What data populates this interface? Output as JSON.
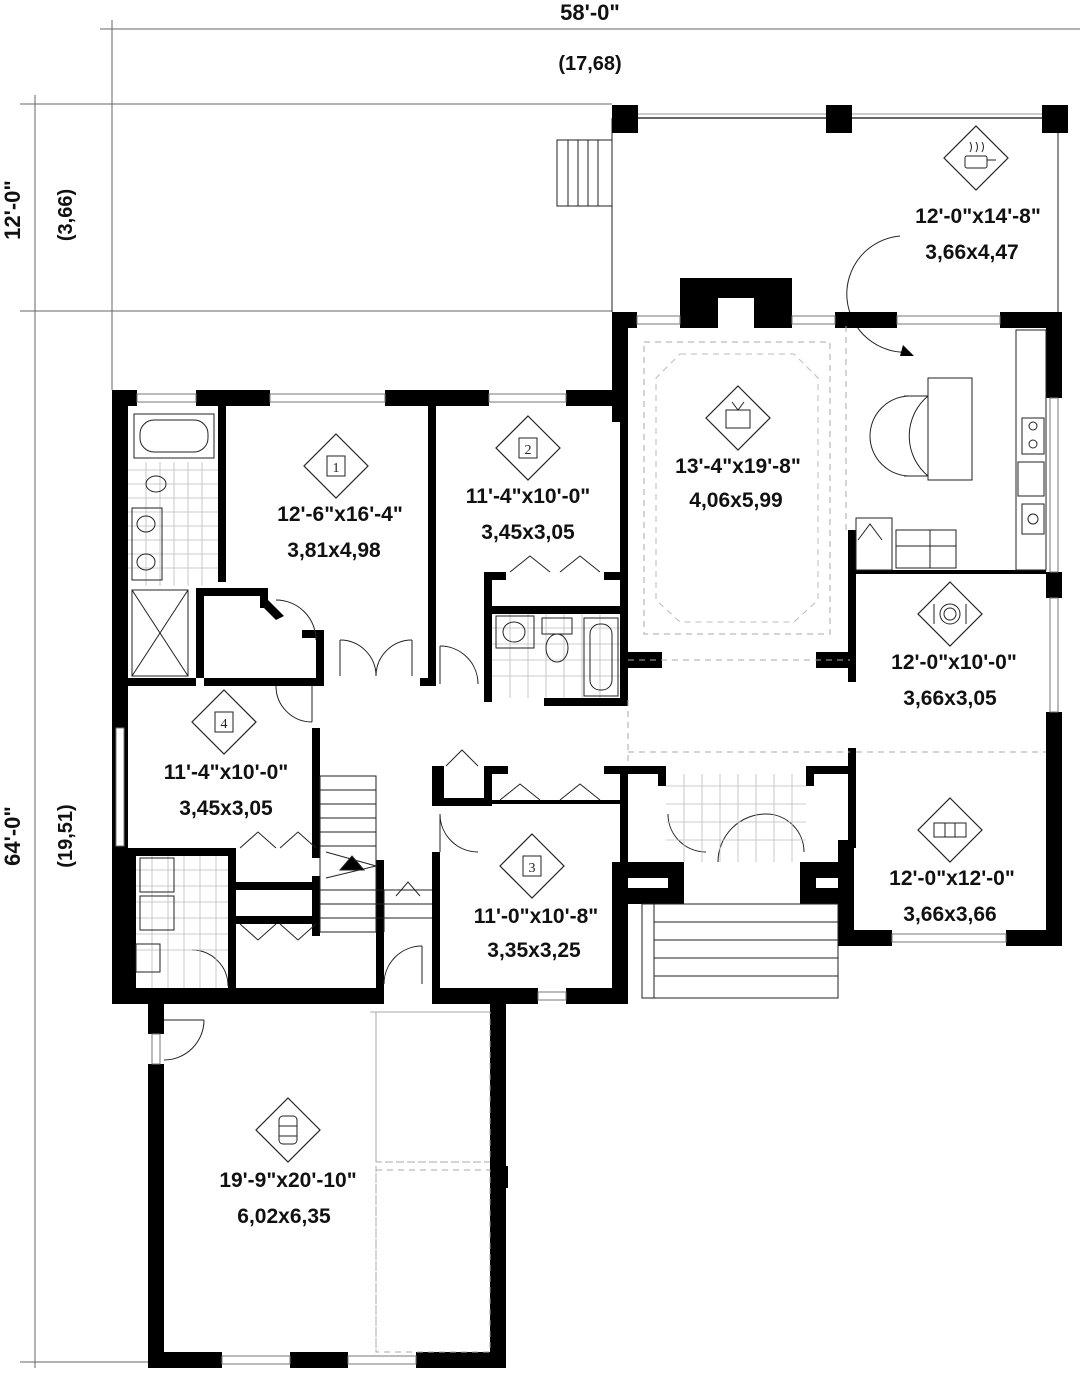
{
  "dimensions": {
    "overall_width_ft": "58'-0\"",
    "overall_width_m": "(17,68)",
    "porch_depth_ft": "12'-0\"",
    "porch_depth_m": "(3,66)",
    "overall_depth_ft": "64'-0\"",
    "overall_depth_m": "(19,51)"
  },
  "rooms": [
    {
      "id": "terrace",
      "icon": "cooking-pot-icon",
      "size_ft": "12'-0\"x14'-8\"",
      "size_m": "3,66x4,47"
    },
    {
      "id": "master-bedroom",
      "icon": "bedroom-1-icon",
      "icon_label": "1",
      "size_ft": "12'-6\"x16'-4\"",
      "size_m": "3,81x4,98"
    },
    {
      "id": "bedroom-2",
      "icon": "bedroom-2-icon",
      "icon_label": "2",
      "size_ft": "11'-4\"x10'-0\"",
      "size_m": "3,45x3,05"
    },
    {
      "id": "living-room",
      "icon": "tv-icon",
      "size_ft": "13'-4\"x19'-8\"",
      "size_m": "4,06x5,99"
    },
    {
      "id": "dining-room",
      "icon": "plate-icon",
      "size_ft": "12'-0\"x10'-0\"",
      "size_m": "3,66x3,05"
    },
    {
      "id": "bedroom-4",
      "icon": "bedroom-4-icon",
      "icon_label": "4",
      "size_ft": "11'-4\"x10'-0\"",
      "size_m": "3,45x3,05"
    },
    {
      "id": "bedroom-3",
      "icon": "bedroom-3-icon",
      "icon_label": "3",
      "size_ft": "11'-0\"x10'-8\"",
      "size_m": "3,35x3,25"
    },
    {
      "id": "family-room",
      "icon": "sofa-icon",
      "size_ft": "12'-0\"x12'-0\"",
      "size_m": "3,66x3,66"
    },
    {
      "id": "garage",
      "icon": "car-icon",
      "size_ft": "19'-9\"x20'-10\"",
      "size_m": "6,02x6,35"
    }
  ],
  "colors": {
    "wall": "#000000",
    "line": "#222222",
    "dashed": "#aaaaaa",
    "tile": "#bbbbbb"
  }
}
